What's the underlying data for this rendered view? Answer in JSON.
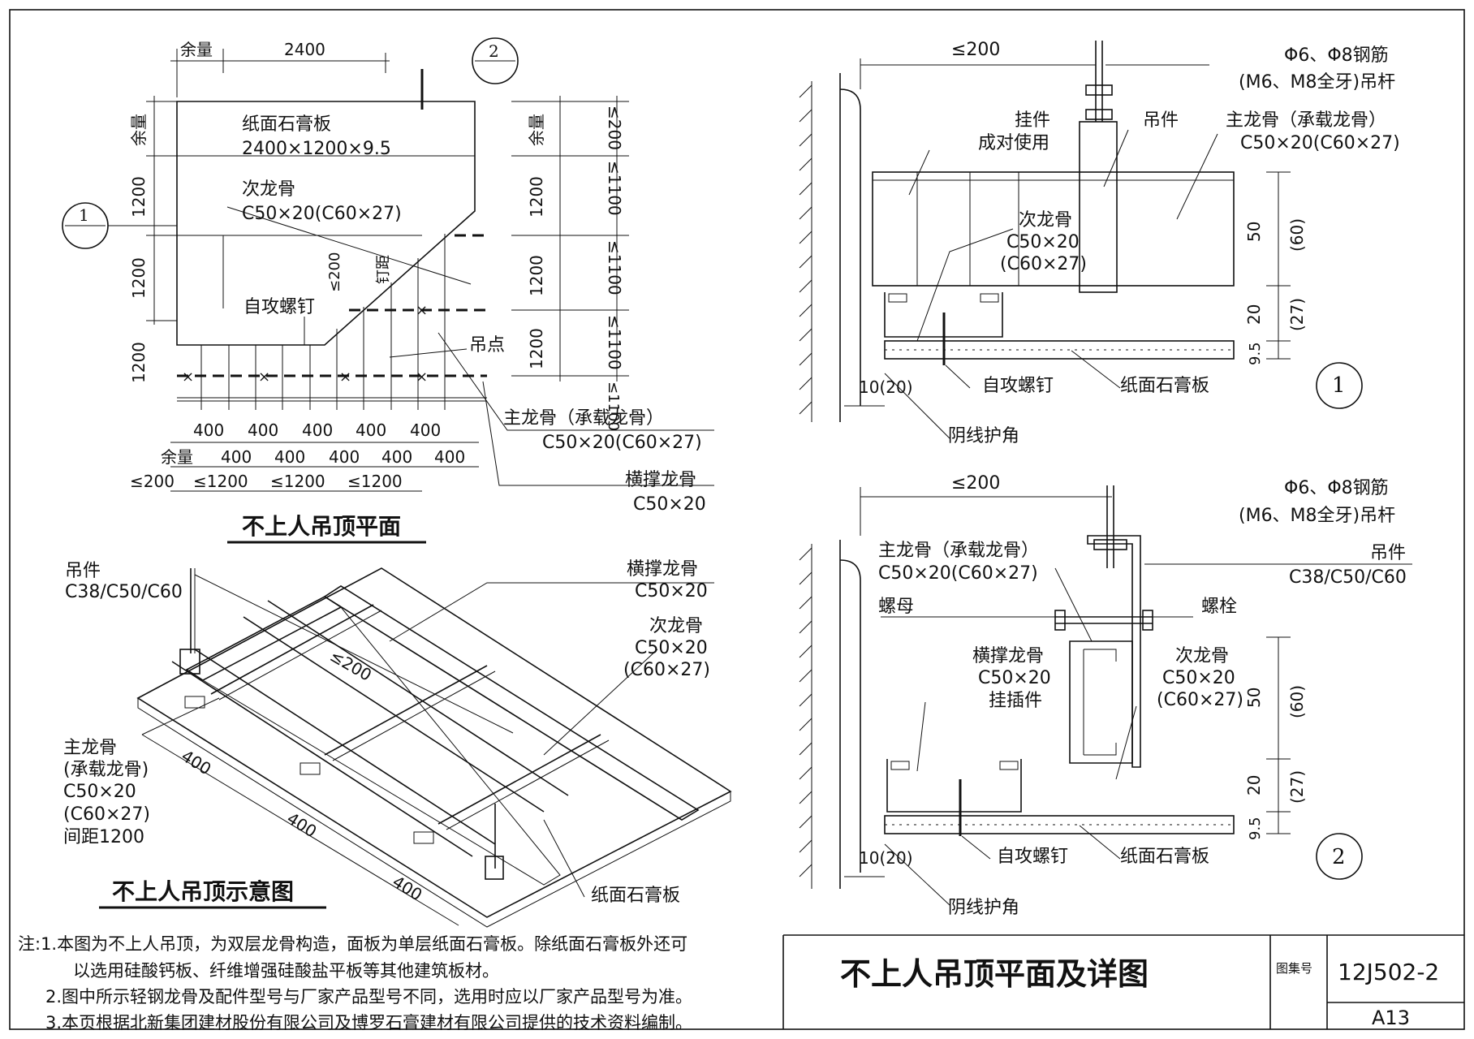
{
  "plan": {
    "title": "不上人吊顶平面",
    "dims_top": [
      "余量",
      "2400"
    ],
    "dims_left": [
      "余量",
      "1200",
      "1200",
      "1200"
    ],
    "dims_right": [
      "余量",
      "1200",
      "1200",
      "1200"
    ],
    "dims_right2": [
      "≤200",
      "≤1100",
      "≤1100",
      "≤1100",
      "≤1100"
    ],
    "dims_bottom1": [
      "400",
      "400",
      "400",
      "400",
      "400"
    ],
    "dims_bottom2": [
      "余量",
      "400",
      "400",
      "400",
      "400",
      "400"
    ],
    "dims_bottom3": [
      "≤200",
      "≤1200",
      "≤1200",
      "≤1200"
    ],
    "label_board": "纸面石膏板",
    "label_board_size": "2400×1200×9.5",
    "label_sub_keel": "次龙骨",
    "label_sub_keel_size": "C50×20(C60×27)",
    "label_nail_spacing": "≤200",
    "label_nail_distance": "钉距",
    "label_screw": "自攻螺钉",
    "label_hang_point": "吊点",
    "label_main_keel": "主龙骨（承载龙骨）",
    "label_main_keel_size": "C50×20(C60×27)",
    "label_cross_keel": "横撑龙骨",
    "label_cross_keel_size": "C50×20",
    "callout_1": "1",
    "callout_2": "2"
  },
  "iso": {
    "title": "不上人吊顶示意图",
    "label_hanger": "吊件",
    "label_hanger_size": "C38/C50/C60",
    "label_cross_keel": "横撑龙骨",
    "label_cross_keel_size": "C50×20",
    "label_sub_keel": "次龙骨",
    "label_sub_keel_size": "C50×20",
    "label_sub_keel_size2": "(C60×27)",
    "label_main_keel_1": "主龙骨",
    "label_main_keel_2": "(承载龙骨)",
    "label_main_keel_3": "C50×20",
    "label_main_keel_4": "(C60×27)",
    "label_main_keel_5": "间距1200",
    "label_dim_200": "≤200",
    "label_dim_400": [
      "400",
      "400",
      "400"
    ],
    "label_board": "纸面石膏板"
  },
  "detail1": {
    "number": "1",
    "dim_top": "≤200",
    "label_rod_1": "Φ6、Φ8钢筋",
    "label_rod_2": "(M6、M8全牙)吊杆",
    "label_clip_1": "挂件",
    "label_clip_2": "成对使用",
    "label_hanger": "吊件",
    "label_main_keel": "主龙骨（承载龙骨）",
    "label_main_keel_size": "C50×20(C60×27)",
    "label_sub_keel": "次龙骨",
    "label_sub_keel_size1": "C50×20",
    "label_sub_keel_size2": "(C60×27)",
    "dims_v": [
      "50",
      "(60)",
      "20",
      "(27)",
      "9.5"
    ],
    "label_gap": "10(20)",
    "label_screw": "自攻螺钉",
    "label_board": "纸面石膏板",
    "label_corner": "阴线护角"
  },
  "detail2": {
    "number": "2",
    "dim_top": "≤200",
    "label_rod_1": "Φ6、Φ8钢筋",
    "label_rod_2": "(M6、M8全牙)吊杆",
    "label_main_keel": "主龙骨（承载龙骨）",
    "label_main_keel_size": "C50×20(C60×27)",
    "label_hanger": "吊件",
    "label_hanger_size": "C38/C50/C60",
    "label_nut": "螺母",
    "label_bolt": "螺栓",
    "label_cross_keel": "横撑龙骨",
    "label_cross_keel_size": "C50×20",
    "label_insert": "挂插件",
    "label_sub_keel": "次龙骨",
    "label_sub_keel_size1": "C50×20",
    "label_sub_keel_size2": "(C60×27)",
    "dims_v": [
      "50",
      "(60)",
      "20",
      "(27)",
      "9.5"
    ],
    "label_gap": "10(20)",
    "label_screw": "自攻螺钉",
    "label_board": "纸面石膏板",
    "label_corner": "阴线护角"
  },
  "notes": [
    "注:1.本图为不上人吊顶，为双层龙骨构造，面板为单层纸面石膏板。除纸面石膏板外还可",
    "以选用硅酸钙板、纤维增强硅酸盐平板等其他建筑板材。",
    "2.图中所示轻钢龙骨及配件型号与厂家产品型号不同，选用时应以厂家产品型号为准。",
    "3.本页根据北新集团建材股份有限公司及博罗石膏建材有限公司提供的技术资料编制。"
  ],
  "titleblock": {
    "title": "不上人吊顶平面及详图",
    "atlas_label": "图集号",
    "atlas_no": "12J502-2",
    "page_no": "A13"
  }
}
